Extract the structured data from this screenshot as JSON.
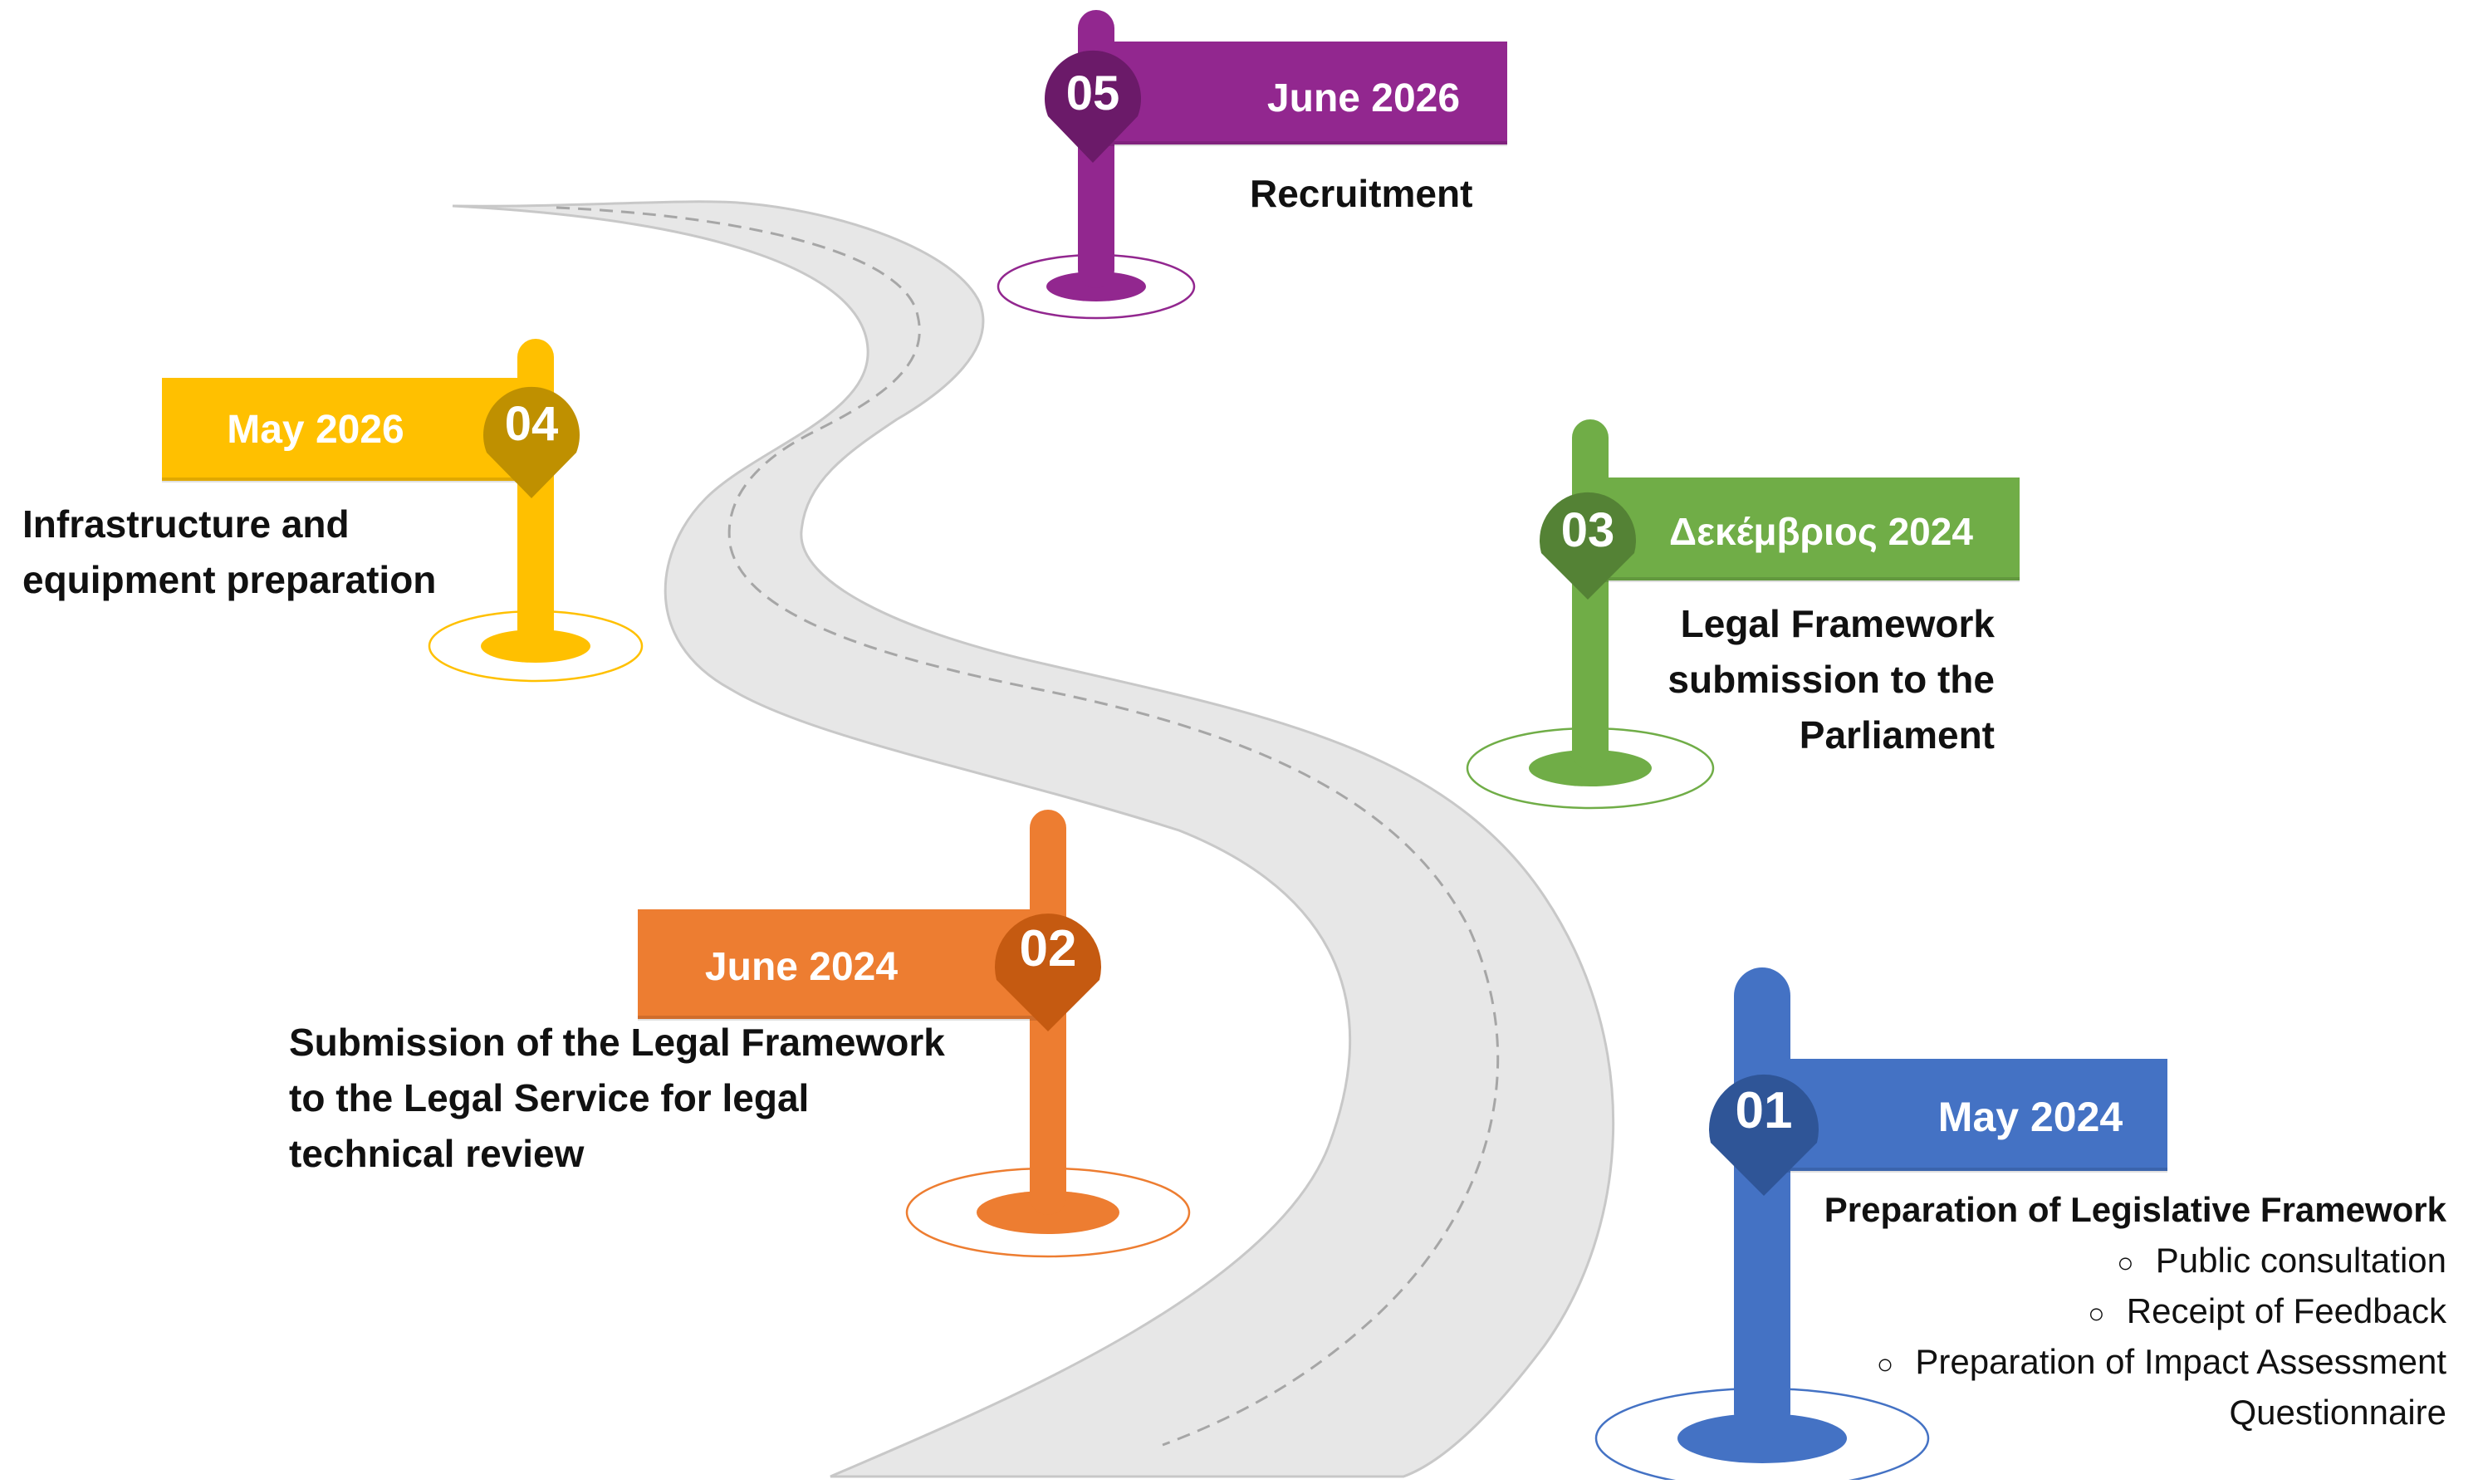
{
  "milestones": [
    {
      "number": "01",
      "date": "May 2024",
      "color": "#4472C4",
      "pin_color": "#2F5597",
      "title": "Preparation of Legislative Framework",
      "subitems": [
        "Public consultation",
        "Receipt of Feedback",
        "Preparation of Impact Assessment",
        "Questionnaire"
      ]
    },
    {
      "number": "02",
      "date": "June 2024",
      "color": "#ED7D31",
      "pin_color": "#C55A11",
      "title_lines": [
        "Submission of the Legal Framework",
        "to the Legal Service for legal",
        "technical review"
      ]
    },
    {
      "number": "03",
      "date": "Δεκέμβριος 2024",
      "color": "#70AD47",
      "pin_color": "#548235",
      "title_lines": [
        "Legal Framework",
        "submission to the",
        "Parliament"
      ]
    },
    {
      "number": "04",
      "date": "May 2026",
      "color": "#FFC000",
      "pin_color": "#BF9000",
      "title_lines": [
        "Infrastructure and",
        "equipment preparation"
      ]
    },
    {
      "number": "05",
      "date": "June 2026",
      "color": "#92278F",
      "pin_color": "#6B1A69",
      "title_lines": [
        "Recruitment"
      ]
    }
  ],
  "road": {
    "fill": "#E7E7E7",
    "edge": "#C8C8C8",
    "dash": "#A6A6A6"
  }
}
